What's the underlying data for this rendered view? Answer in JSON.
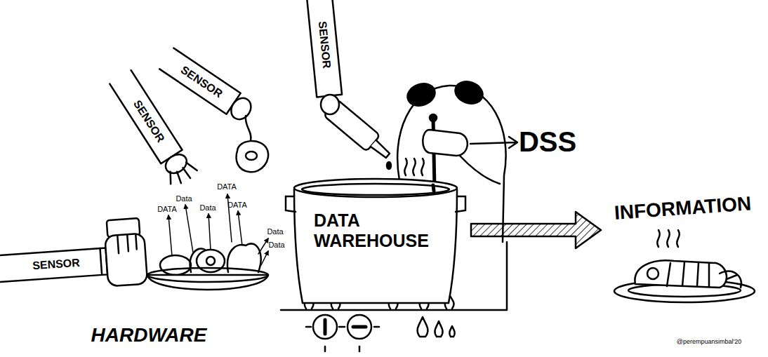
{
  "diagram": {
    "nodes": [
      {
        "text": [
          "DATA WAREHOUSE"
        ]
      },
      {
        "text": [
          "INFORMATION"
        ]
      }
    ],
    "edges": [
      {
        "from": 0,
        "to": 1,
        "arrow": "to"
      }
    ],
    "labels": [
      "SENSOR",
      "SENSOR",
      "SENSOR",
      "SENSOR",
      "DATA",
      "Data",
      "DATA",
      "Data",
      "DATA",
      "Data",
      "Data",
      "DSS",
      "HARDWARE",
      "@perempuansimbal'20"
    ]
  }
}
